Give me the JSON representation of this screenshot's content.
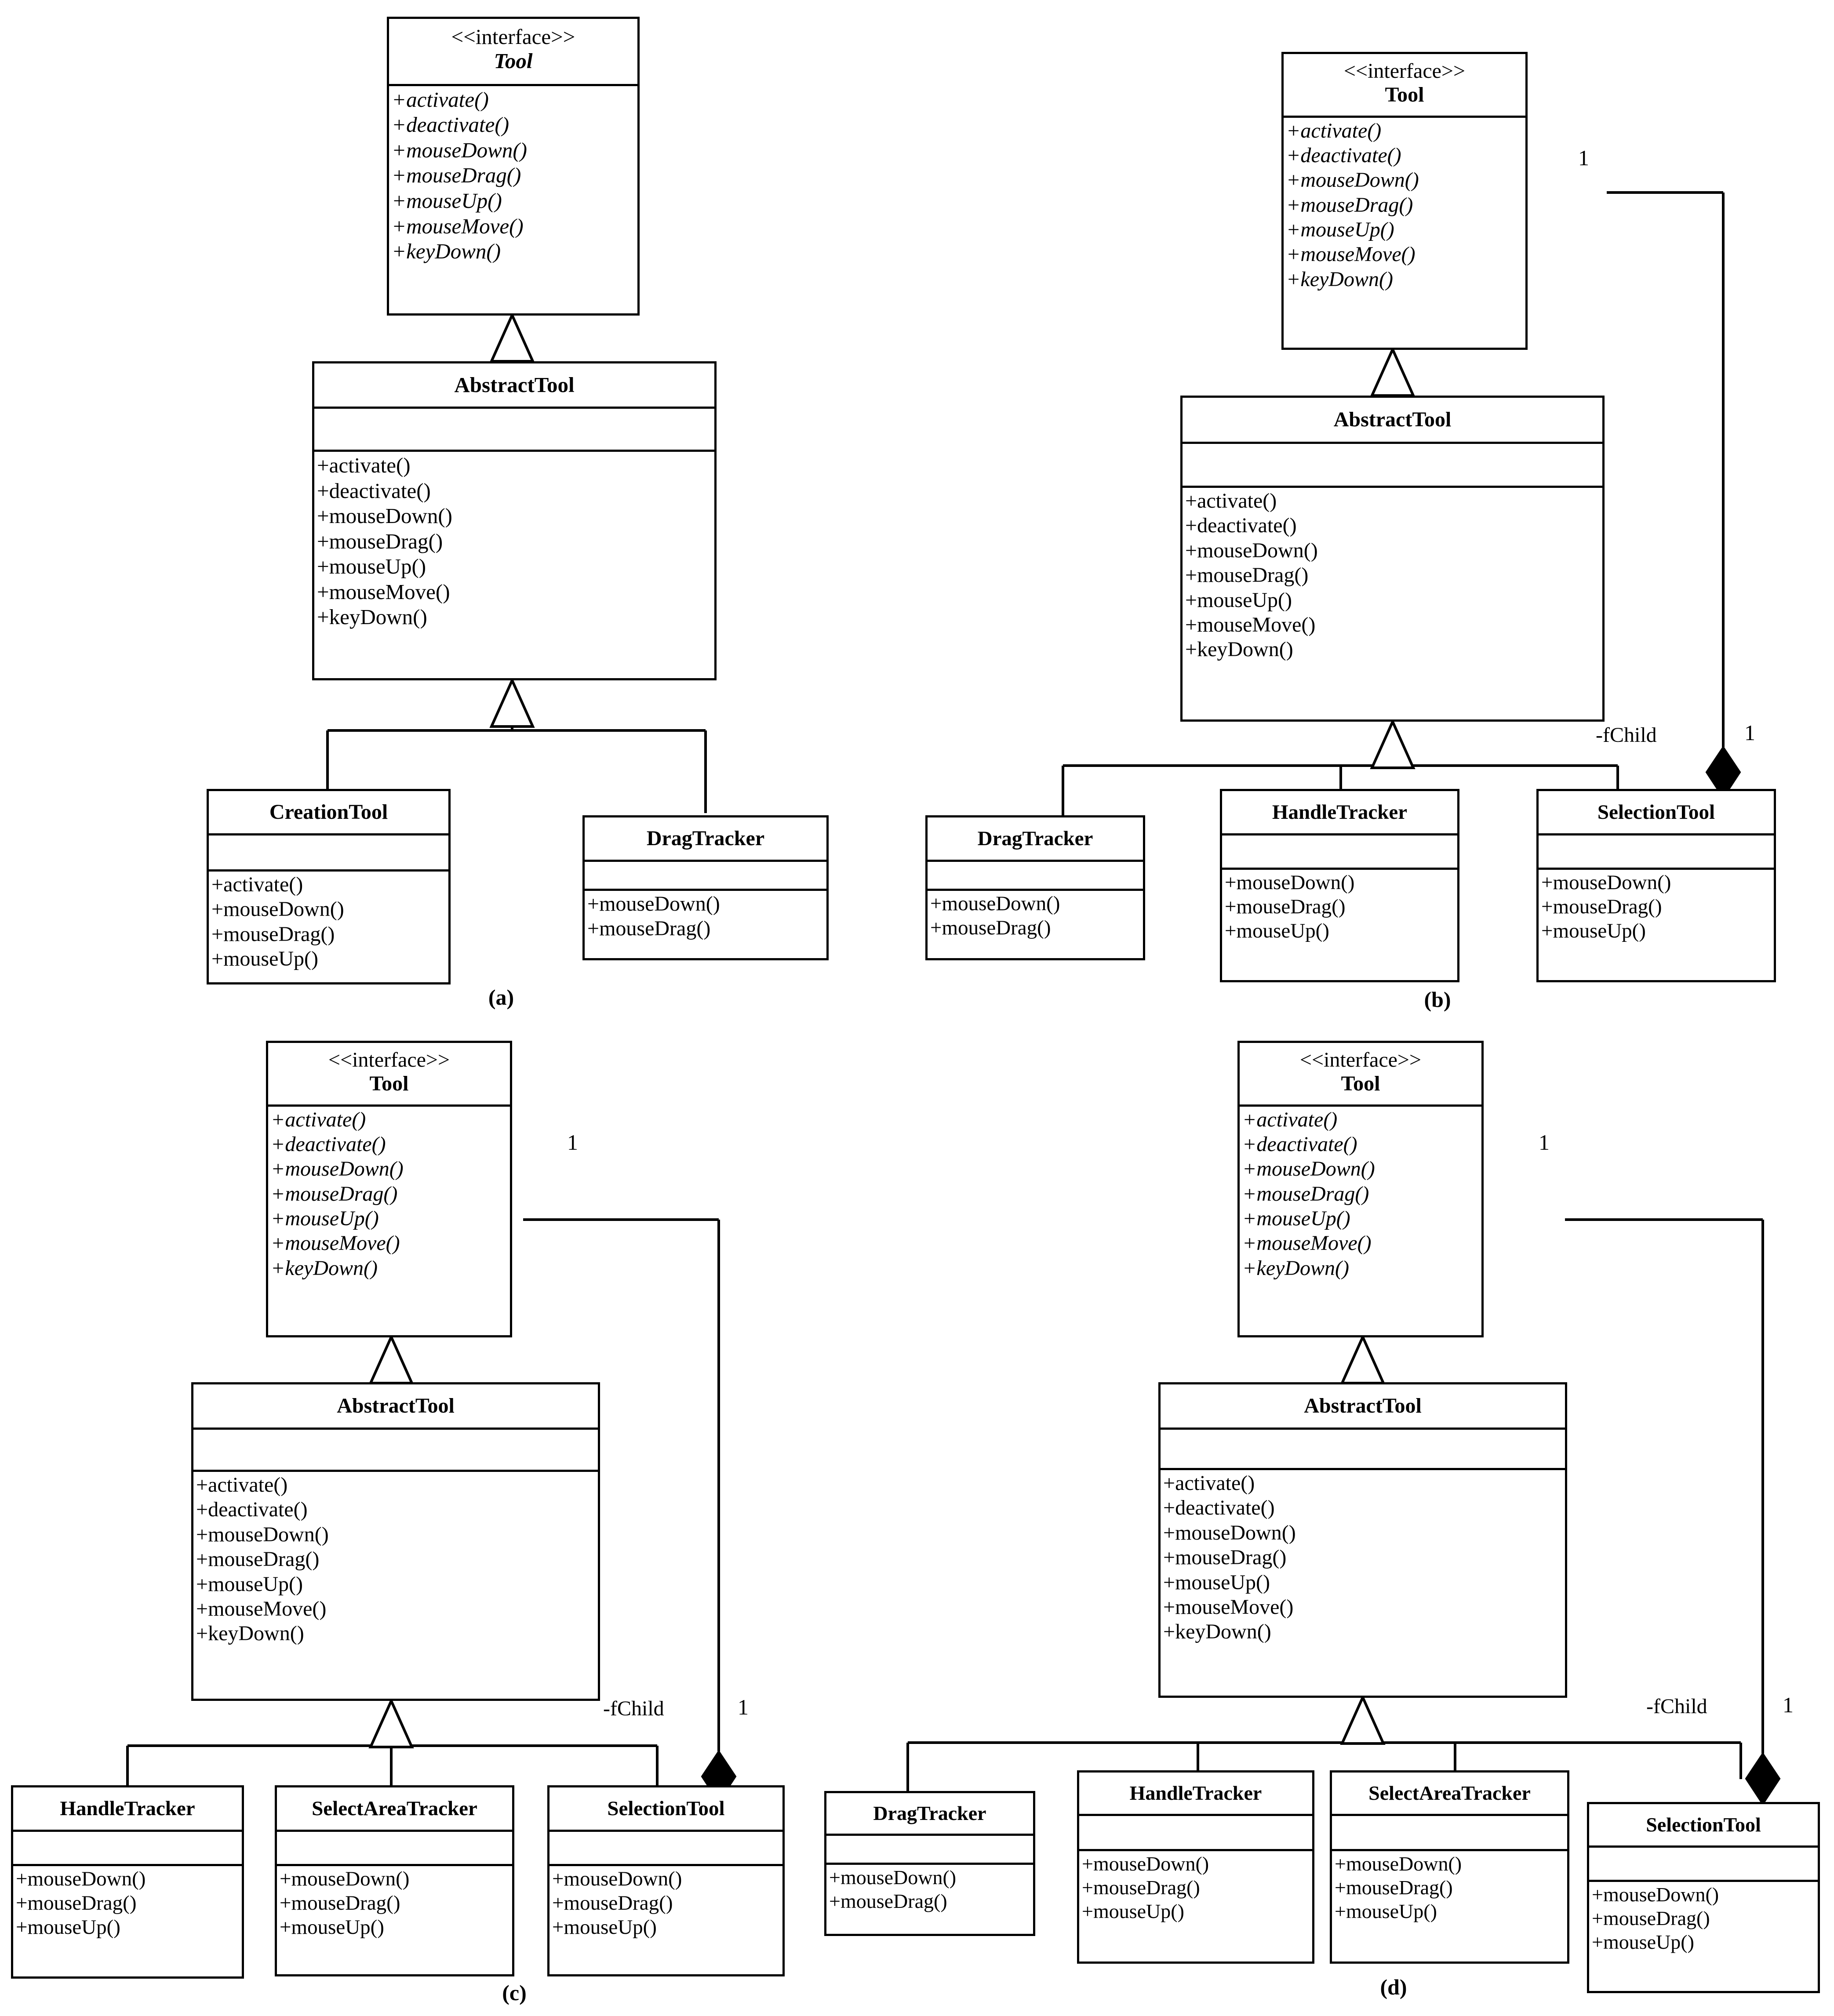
{
  "diagram": {
    "kind": "uml-class-diagram",
    "panel_captions": [
      "(a)",
      "(b)",
      "(c)",
      "(d)"
    ],
    "stereotype": "<<interface>>",
    "role_label": "-fChild",
    "multiplicity": "1",
    "relations": {
      "generalization": "hollow-triangle",
      "composition": "filled-diamond"
    }
  },
  "classes": {
    "tool": {
      "stereotype": "<<interface>>",
      "name": "Tool",
      "operations": [
        "+activate()",
        "+deactivate()",
        "+mouseDown()",
        "+mouseDrag()",
        "+mouseUp()",
        "+mouseMove()",
        "+keyDown()"
      ]
    },
    "abstract_tool": {
      "name": "AbstractTool",
      "attributes": [],
      "operations": [
        "+activate()",
        "+deactivate()",
        "+mouseDown()",
        "+mouseDrag()",
        "+mouseUp()",
        "+mouseMove()",
        "+keyDown()"
      ]
    },
    "creation_tool": {
      "name": "CreationTool",
      "attributes": [],
      "operations": [
        "+activate()",
        "+mouseDown()",
        "+mouseDrag()",
        "+mouseUp()"
      ]
    },
    "drag_tracker": {
      "name": "DragTracker",
      "attributes": [],
      "operations": [
        "+mouseDown()",
        "+mouseDrag()"
      ]
    },
    "handle_tracker": {
      "name": "HandleTracker",
      "attributes": [],
      "operations": [
        "+mouseDown()",
        "+mouseDrag()",
        "+mouseUp()"
      ]
    },
    "select_area_tracker": {
      "name": "SelectAreaTracker",
      "attributes": [],
      "operations": [
        "+mouseDown()",
        "+mouseDrag()",
        "+mouseUp()"
      ]
    },
    "selection_tool": {
      "name": "SelectionTool",
      "attributes": [],
      "operations": [
        "+mouseDown()",
        "+mouseDrag()",
        "+mouseUp()"
      ]
    }
  },
  "panels": {
    "a": {
      "caption": "(a)",
      "classes": [
        "Tool",
        "AbstractTool",
        "CreationTool",
        "DragTracker"
      ]
    },
    "b": {
      "caption": "(b)",
      "classes": [
        "Tool",
        "AbstractTool",
        "DragTracker",
        "HandleTracker",
        "SelectionTool"
      ],
      "association": {
        "role": "-fChild",
        "source_mult": "1",
        "target_mult": "1"
      }
    },
    "c": {
      "caption": "(c)",
      "classes": [
        "Tool",
        "AbstractTool",
        "HandleTracker",
        "SelectAreaTracker",
        "SelectionTool"
      ],
      "association": {
        "role": "-fChild",
        "source_mult": "1",
        "target_mult": "1"
      }
    },
    "d": {
      "caption": "(d)",
      "classes": [
        "Tool",
        "AbstractTool",
        "DragTracker",
        "HandleTracker",
        "SelectAreaTracker",
        "SelectionTool"
      ],
      "association": {
        "role": "-fChild",
        "source_mult": "1",
        "target_mult": "1"
      }
    }
  },
  "style": {
    "line_color": "#000000",
    "fill_color": "#ffffff"
  }
}
